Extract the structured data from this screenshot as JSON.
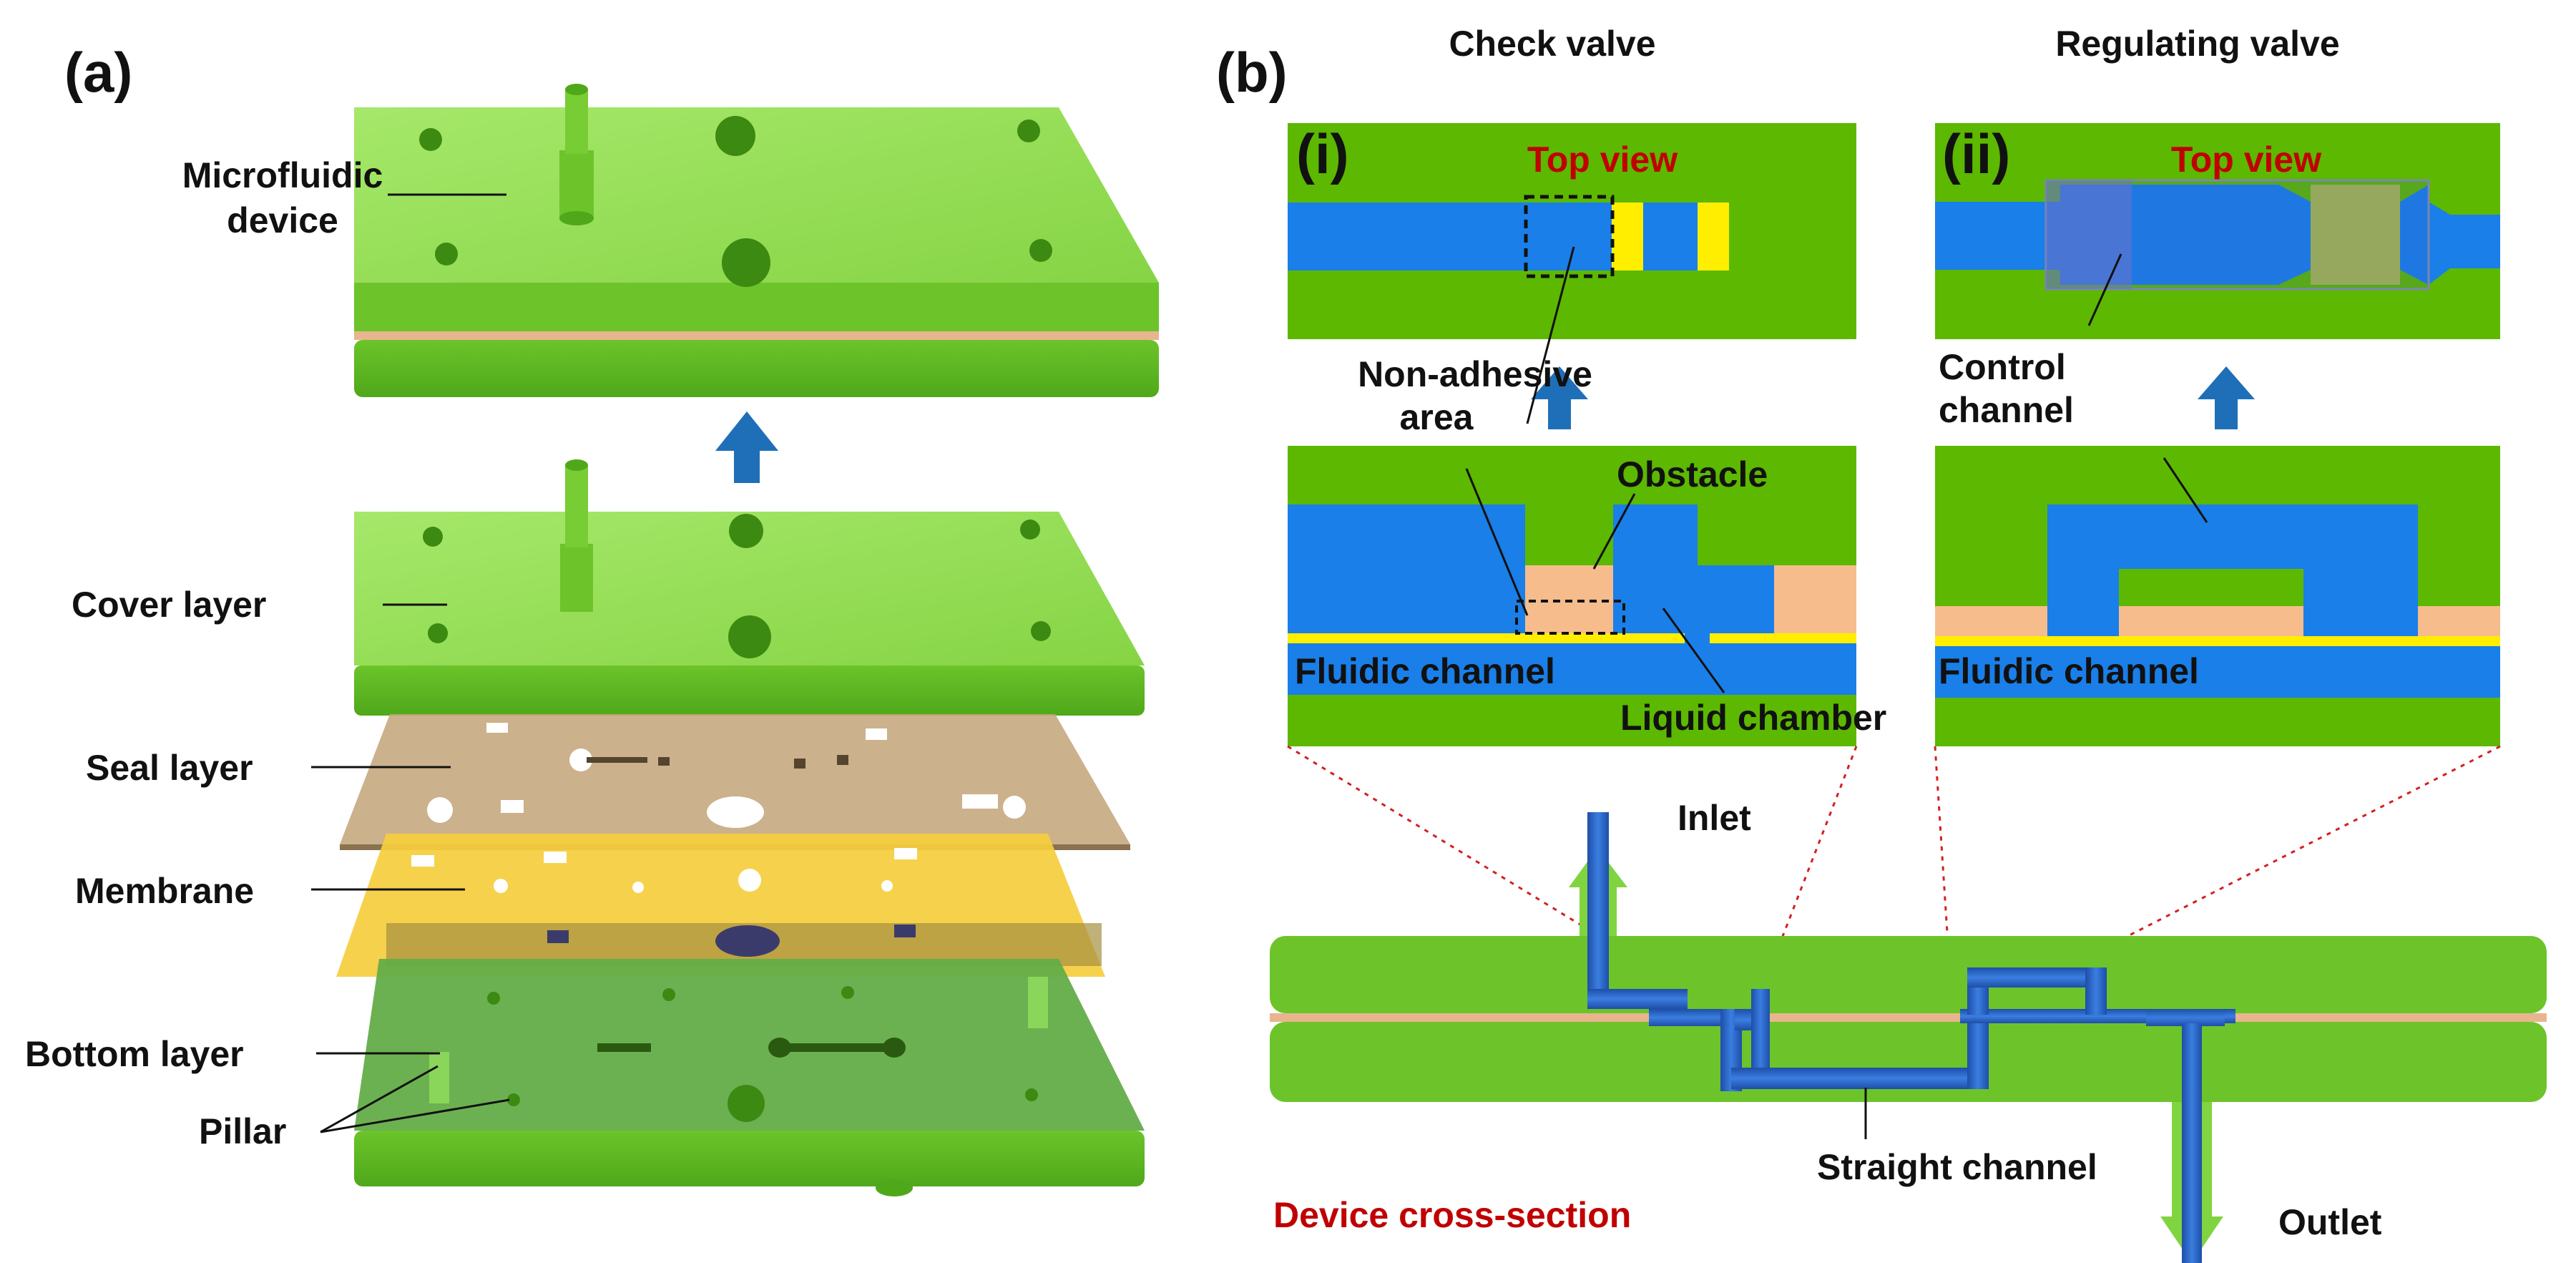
{
  "panel_a": {
    "tag": "(a)",
    "labels": {
      "device_line1": "Microfluidic",
      "device_line2": "device",
      "cover": "Cover layer",
      "seal": "Seal layer",
      "membrane": "Membrane",
      "bottom": "Bottom layer",
      "pillar": "Pillar"
    }
  },
  "panel_b": {
    "tag": "(b)",
    "check_valve": {
      "title": "Check valve",
      "sub": "(i)",
      "top_view": "Top view",
      "non_adhesive_line1": "Non-adhesive",
      "non_adhesive_line2": "area",
      "obstacle": "Obstacle",
      "fluidic_channel": "Fluidic channel",
      "liquid_chamber": "Liquid chamber"
    },
    "regulating_valve": {
      "title": "Regulating valve",
      "sub": "(ii)",
      "top_view": "Top view",
      "control_line1": "Control",
      "control_line2": "channel",
      "fluidic_channel": "Fluidic channel"
    },
    "cross_section": {
      "inlet": "Inlet",
      "outlet": "Outlet",
      "straight_channel": "Straight channel",
      "title": "Device cross-section"
    }
  },
  "colors": {
    "green": "#5cb800",
    "blue": "#1a7fe8",
    "yellow": "#ffee00",
    "peach": "#f7bc8c",
    "arrow": "#1f6fb8",
    "accent_red": "#c00000"
  }
}
